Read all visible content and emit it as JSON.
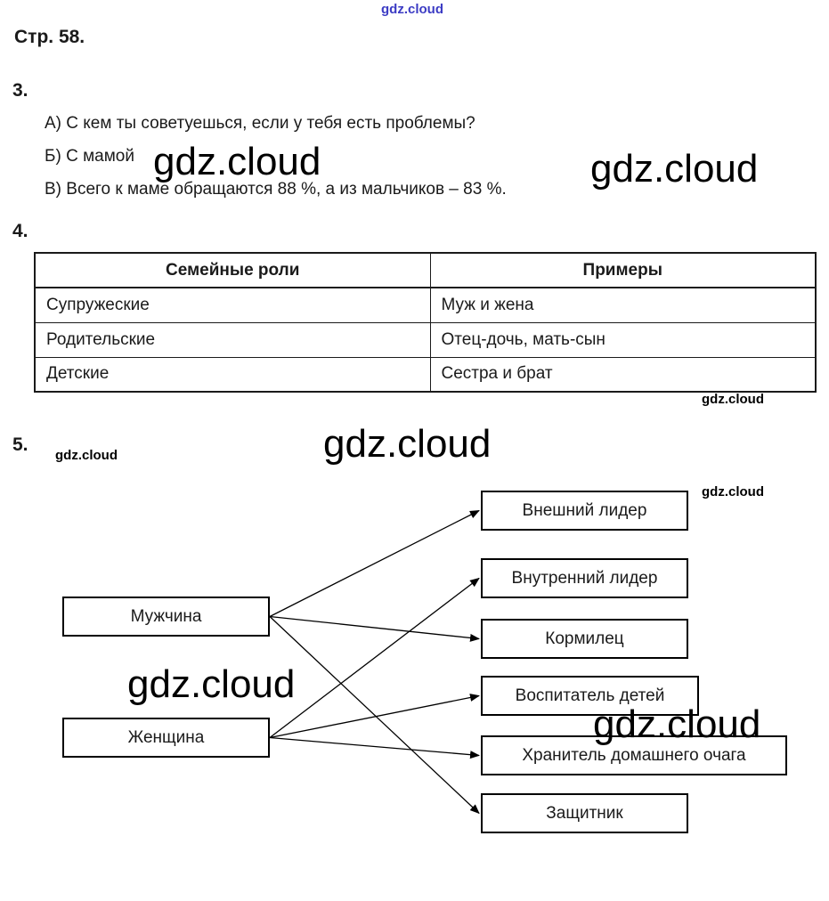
{
  "brand": {
    "watermark": "gdz.cloud"
  },
  "page": {
    "heading": "Стр. 58."
  },
  "task3": {
    "number": "3.",
    "lines": [
      "А) С кем ты советуешься, если у тебя есть проблемы?",
      "Б) С мамой",
      "В) Всего к маме обращаются 88 %, а из мальчиков – 83 %."
    ]
  },
  "task4": {
    "number": "4.",
    "table": {
      "headers": [
        "Семейные роли",
        "Примеры"
      ],
      "rows": [
        [
          "Супружеские",
          "Муж и жена"
        ],
        [
          "Родительские",
          "Отец-дочь, мать-сын"
        ],
        [
          "Детские",
          "Сестра и брат"
        ]
      ]
    }
  },
  "task5": {
    "number": "5.",
    "left_nodes": [
      {
        "id": "muzhchina",
        "label": "Мужчина"
      },
      {
        "id": "zhenshchina",
        "label": "Женщина"
      }
    ],
    "right_nodes": [
      {
        "id": "vneshniy-lider",
        "label": "Внешний лидер"
      },
      {
        "id": "vnutrenniy-lider",
        "label": "Внутренний лидер"
      },
      {
        "id": "kormilets",
        "label": "Кормилец"
      },
      {
        "id": "vospitatel-detey",
        "label": "Воспитатель детей"
      },
      {
        "id": "khranitel-ochaga",
        "label": "Хранитель домашнего очага"
      },
      {
        "id": "zashchitnik",
        "label": "Защитник"
      }
    ],
    "connections": [
      [
        "muzhchina",
        "vneshniy-lider"
      ],
      [
        "muzhchina",
        "kormilets"
      ],
      [
        "muzhchina",
        "zashchitnik"
      ],
      [
        "zhenshchina",
        "vnutrenniy-lider"
      ],
      [
        "zhenshchina",
        "vospitatel-detey"
      ],
      [
        "zhenshchina",
        "khranitel-ochaga"
      ]
    ]
  }
}
